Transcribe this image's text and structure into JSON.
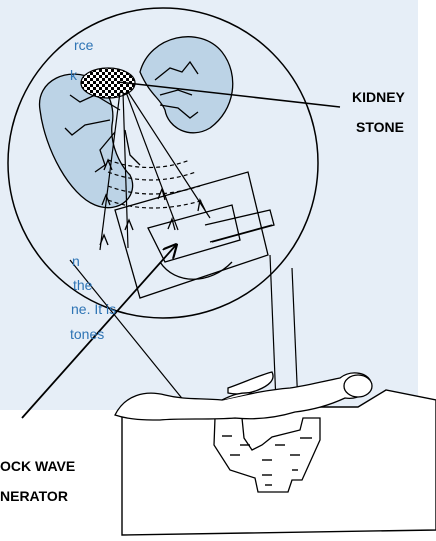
{
  "text_fragments": {
    "line1": "rce",
    "line2": "k",
    "line3": "n",
    "line4": "the",
    "line5": "ne. It is",
    "line6": "tones"
  },
  "labels": {
    "kidney_line1": "KIDNEY",
    "kidney_line2": "STONE",
    "shock_line1": "OCK WAVE",
    "shock_line2": "NERATOR"
  },
  "colors": {
    "panel": "#e6eef7",
    "body_text": "#2e74b5",
    "kidney_fill": "#bcd3e6",
    "fluid": "#ffffff"
  }
}
